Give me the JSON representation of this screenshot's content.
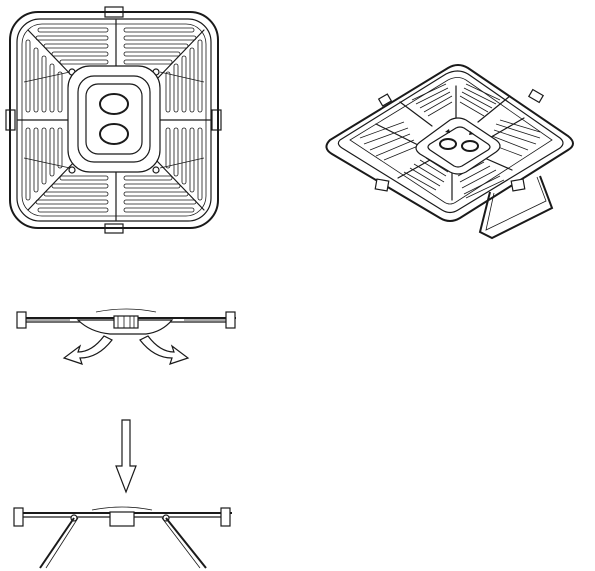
{
  "figure": {
    "views": [
      {
        "id": "top-view"
      },
      {
        "id": "perspective-view"
      },
      {
        "id": "side-view-flip"
      },
      {
        "id": "side-view-standing"
      }
    ],
    "instruction_arrows": [
      "rotate-left-arrow",
      "rotate-right-arrow",
      "down-arrow"
    ]
  }
}
